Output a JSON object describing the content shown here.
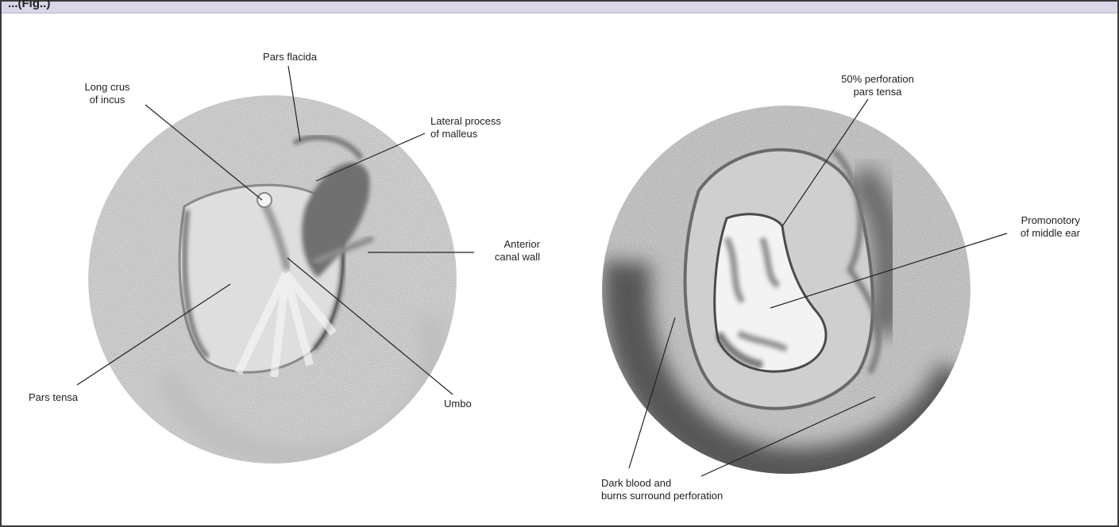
{
  "header": {
    "text": "...(Fig..)"
  },
  "left_figure": {
    "labels": {
      "pars_flacida": "Pars flacida",
      "long_crus": "Long crus\nof incus",
      "lateral_process": "Lateral process\nof malleus",
      "anterior_canal_wall": "Anterior\ncanal wall",
      "pars_tensa": "Pars tensa",
      "umbo": "Umbo"
    }
  },
  "right_figure": {
    "labels": {
      "perforation": "50% perforation\npars tensa",
      "promonotory": "Promonotory\nof middle ear",
      "dark_blood": "Dark blood and\nburns surround perforation"
    }
  }
}
